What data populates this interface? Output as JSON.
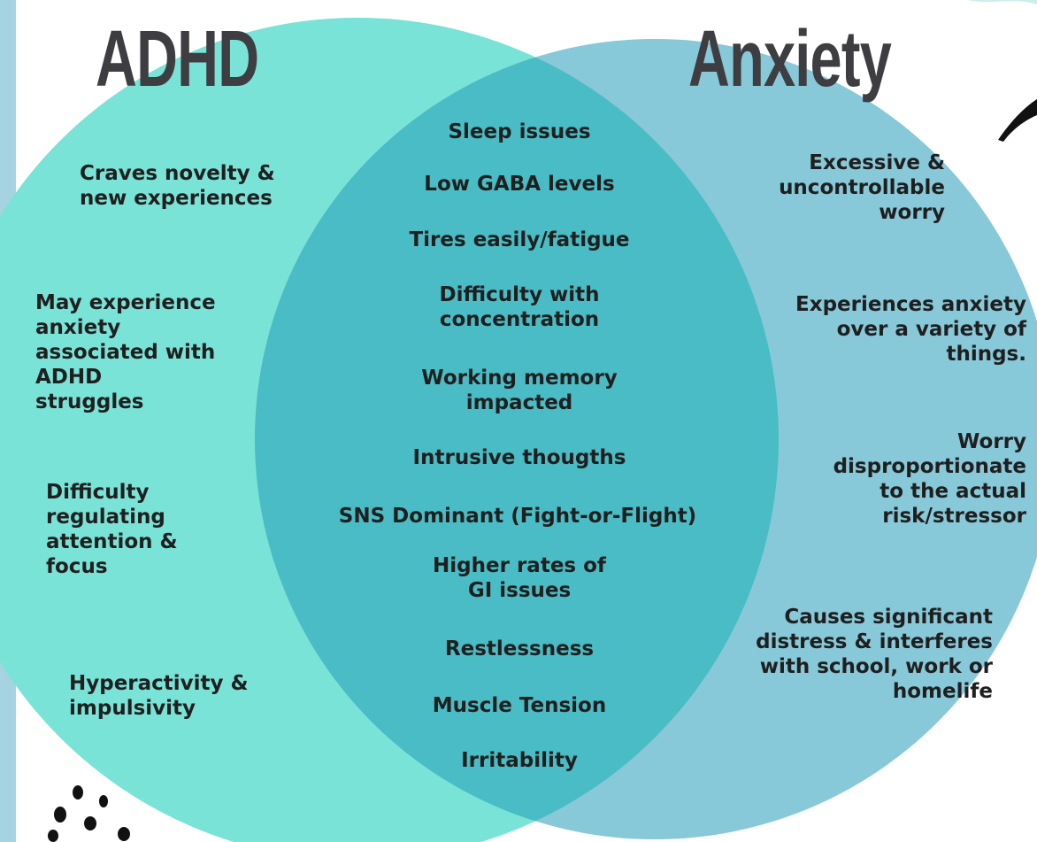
{
  "colors": {
    "background": "#ffffff",
    "left_strip": "#a6d3e1",
    "adhd_circle": "#79e3d7",
    "anxiety_circle": "#87c8d9",
    "overlap": "#49bcc5",
    "title_text": "#3d3d42",
    "item_text": "#1f1f1f",
    "decor_dark": "#111111",
    "decor_light": "#cdeeea"
  },
  "titles": {
    "adhd": "ADHD",
    "anxiety": "Anxiety"
  },
  "adhd_items": [
    "Craves novelty &\nnew experiences",
    "May experience\nanxiety\nassociated with\nADHD\nstruggles",
    "Difficulty\nregulating\nattention &\nfocus",
    "Hyperactivity &\nimpulsivity"
  ],
  "shared_items": [
    "Sleep issues",
    "Low GABA levels",
    "Tires easily/fatigue",
    "Difficulty with\nconcentration",
    "Working memory\nimpacted",
    "Intrusive thougths",
    "SNS Dominant (Fight-or-Flight)",
    "Higher rates of\nGI issues",
    "Restlessness",
    "Muscle Tension",
    "Irritability"
  ],
  "anxiety_items": [
    "Excessive &\nuncontrollable\nworry",
    "Experiences anxiety\nover a variety of\nthings.",
    "Worry\ndisproportionate\nto the actual\nrisk/stressor",
    "Causes significant\ndistress & interferes\nwith school, work or\nhomelife"
  ]
}
